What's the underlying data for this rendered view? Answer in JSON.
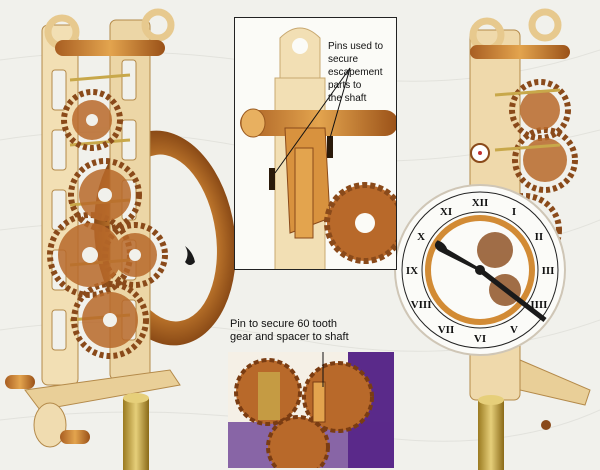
{
  "callouts": {
    "escapement_pins": "Pins used to secure\nescapement parts to\nthe shaft",
    "gear_pin": "Pin to secure 60 tooth\ngear and spacer to shaft"
  },
  "clock_face": {
    "numerals": [
      "XII",
      "I",
      "II",
      "III",
      "IIII",
      "V",
      "VI",
      "VII",
      "VIII",
      "IX",
      "X",
      "XI"
    ]
  },
  "colors": {
    "background": "#f2f2ee",
    "wood_light": "#f0d9a8",
    "wood_mid": "#d28b35",
    "wood_dark": "#8a4a1a",
    "brass": "#c8a84a",
    "purple": "#5a2a8a"
  }
}
